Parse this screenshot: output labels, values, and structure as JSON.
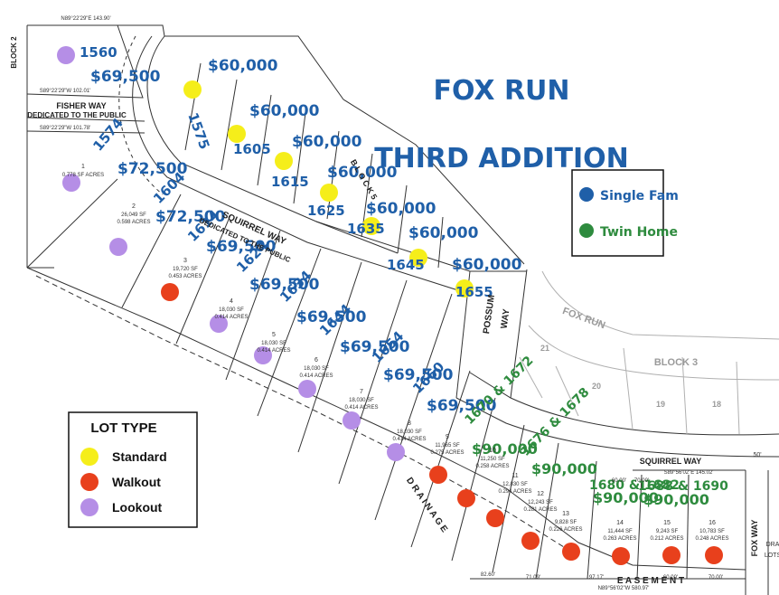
{
  "title": {
    "line1": "FOX RUN",
    "line2": "THIRD ADDITION"
  },
  "type_legend": {
    "items": [
      {
        "label": "Single Fam",
        "color": "#1f5fa8"
      },
      {
        "label": "Twin Home",
        "color": "#2e8b3e"
      }
    ]
  },
  "lot_legend": {
    "title": "LOT TYPE",
    "items": [
      {
        "label": "Standard",
        "color": "#f5ee1a"
      },
      {
        "label": "Walkout",
        "color": "#e8401c"
      },
      {
        "label": "Lookout",
        "color": "#b58ee6"
      }
    ]
  },
  "roads": {
    "fisher": "FISHER WAY",
    "dedicated_top": "DEDICATED TO THE PUBLIC",
    "squirrel": "SQUIRREL WAY",
    "dedicated_mid": "DEDICATED TO THE PUBLIC",
    "possum": "POSSUM",
    "possum2": "WAY",
    "fox_run": "FOX RUN",
    "squirrel_east": "SQUIRREL WAY",
    "fox_way": "FOX WAY",
    "drainage": "D R A I N A G E",
    "easement": "E A S E M E N T",
    "block2": "BLOCK 2",
    "block3": "BLOCK 3",
    "block5": "B L O C K 5"
  },
  "block3_lots": [
    "21",
    "20",
    "19",
    "18"
  ],
  "lots": [
    {
      "address": "1560",
      "price": "$69,500",
      "dot": "lookout"
    },
    {
      "address": "1575",
      "price": "$60,000",
      "dot": "standard"
    },
    {
      "address": "1605",
      "price": "$60,000",
      "dot": "standard"
    },
    {
      "address": "1615",
      "price": "$60,000",
      "dot": "standard"
    },
    {
      "address": "1625",
      "price": "$60,000",
      "dot": "standard"
    },
    {
      "address": "1635",
      "price": "$60,000",
      "dot": "standard"
    },
    {
      "address": "1645",
      "price": "$60,000",
      "dot": "standard"
    },
    {
      "address": "1655",
      "price": "$60,000",
      "dot": "standard"
    },
    {
      "address": "1574",
      "price": "$72,500",
      "dot": "lookout"
    },
    {
      "address": "1604",
      "price": "$72,500",
      "dot": "lookout"
    },
    {
      "address": "1614",
      "price": "$69,500",
      "dot": "walkout"
    },
    {
      "address": "1624",
      "price": "$69,500",
      "dot": "lookout"
    },
    {
      "address": "1634",
      "price": "$69,500",
      "dot": "lookout"
    },
    {
      "address": "1644",
      "price": "$69,500",
      "dot": "lookout"
    },
    {
      "address": "1654",
      "price": "$69,500",
      "dot": "lookout"
    },
    {
      "address": "1660",
      "price": "$69,500",
      "dot": "lookout"
    },
    {
      "address": "1670 & 1672",
      "price": "$90,000",
      "dot": "walkout"
    },
    {
      "address": "1676 & 1678",
      "price": "$90,000",
      "dot": "walkout"
    },
    {
      "address": "1680 & 1682",
      "price": "$90,000",
      "dot": "walkout"
    },
    {
      "address": "1688 & 1690",
      "price": "$90,000",
      "dot": "walkout"
    }
  ],
  "lot_numbers": [
    {
      "num": "1",
      "sf": "",
      "acres": "0.778 SF ACRES"
    },
    {
      "num": "2",
      "sf": "26,049 SF",
      "acres": "0.598 ACRES"
    },
    {
      "num": "3",
      "sf": "19,720 SF",
      "acres": "0.453 ACRES"
    },
    {
      "num": "4",
      "sf": "18,030 SF",
      "acres": "0.414 ACRES"
    },
    {
      "num": "5",
      "sf": "18,030 SF",
      "acres": "0.414 ACRES"
    },
    {
      "num": "6",
      "sf": "18,030 SF",
      "acres": "0.414 ACRES"
    },
    {
      "num": "7",
      "sf": "18,030 SF",
      "acres": "0.414 ACRES"
    },
    {
      "num": "8",
      "sf": "18,030 SF",
      "acres": "0.414 ACRES"
    },
    {
      "num": "9",
      "sf": "11,965 SF",
      "acres": "0.275 ACRES"
    },
    {
      "num": "10",
      "sf": "11,250 SF",
      "acres": "0.258 ACRES"
    },
    {
      "num": "11",
      "sf": "12,830 SF",
      "acres": "0.294 ACRES"
    },
    {
      "num": "12",
      "sf": "12,243 SF",
      "acres": "0.281 ACRES"
    },
    {
      "num": "13",
      "sf": "9,828 SF",
      "acres": "0.226 ACRES"
    },
    {
      "num": "14",
      "sf": "11,444 SF",
      "acres": "0.263 ACRES"
    },
    {
      "num": "15",
      "sf": "9,243 SF",
      "acres": "0.212 ACRES"
    },
    {
      "num": "16",
      "sf": "10,783 SF",
      "acres": "0.248 ACRES"
    }
  ],
  "bearings": {
    "top_left": "N89°22'29\"E 143.90'",
    "block2_bottom": "S89°22'29\"W 102.01'",
    "fisher_south": "S89°22'29\"W 101.78'",
    "east_bottom": "S89°56'02\"E 145.02'",
    "bottom": "N89°56'02\"W 580.97'"
  },
  "edge_dims": [
    "82.60'",
    "71.09'",
    "97.17'",
    "60.00'",
    "70.00'",
    "60.00'",
    "70.00'"
  ],
  "side_labels": {
    "right_50": "50'",
    "dra": "DRA",
    "lots": "LOTS"
  }
}
